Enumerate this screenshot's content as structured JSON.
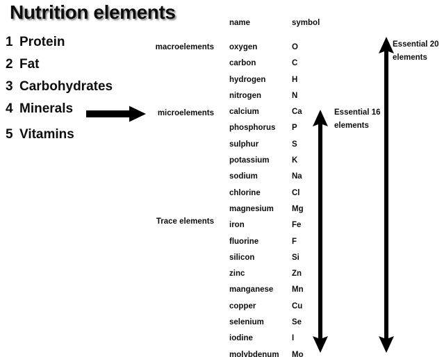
{
  "slide": {
    "title": "Nutrition elements",
    "background_color": "#ffffff",
    "text_color": "#0d0d0d"
  },
  "nutrition_list": [
    {
      "number": "1",
      "label": "Protein"
    },
    {
      "number": "2",
      "label": "Fat"
    },
    {
      "number": "3",
      "label": "Carbohydrates"
    },
    {
      "number": "4",
      "label": "Minerals"
    },
    {
      "number": "5",
      "label": "Vitamins"
    }
  ],
  "categories": {
    "macroelements": "macroelements",
    "microelements": "microelements",
    "trace_elements": "Trace elements"
  },
  "table": {
    "headers": {
      "name": "name",
      "symbol": "symbol"
    },
    "rows": [
      {
        "name": "oxygen",
        "symbol": "O"
      },
      {
        "name": "carbon",
        "symbol": "C"
      },
      {
        "name": "hydrogen",
        "symbol": "H"
      },
      {
        "name": "nitrogen",
        "symbol": "N"
      },
      {
        "name": "calcium",
        "symbol": "Ca"
      },
      {
        "name": "phosphorus",
        "symbol": "P"
      },
      {
        "name": "sulphur",
        "symbol": "S"
      },
      {
        "name": "potassium",
        "symbol": "K"
      },
      {
        "name": "sodium",
        "symbol": "Na"
      },
      {
        "name": "chlorine",
        "symbol": "Cl"
      },
      {
        "name": "magnesium",
        "symbol": "Mg"
      },
      {
        "name": "iron",
        "symbol": "Fe"
      },
      {
        "name": "fluorine",
        "symbol": "F"
      },
      {
        "name": "silicon",
        "symbol": "Si"
      },
      {
        "name": "zinc",
        "symbol": "Zn"
      },
      {
        "name": "manganese",
        "symbol": "Mn"
      },
      {
        "name": "copper",
        "symbol": "Cu"
      },
      {
        "name": "selenium",
        "symbol": "Se"
      },
      {
        "name": "iodine",
        "symbol": "I"
      },
      {
        "name": "molybdenum",
        "symbol": "Mo"
      }
    ]
  },
  "annotations": {
    "essential_16": {
      "line1": "Essential 16",
      "line2": "elements"
    },
    "essential_20": {
      "line1": "Essential 20",
      "line2": "elements"
    }
  }
}
